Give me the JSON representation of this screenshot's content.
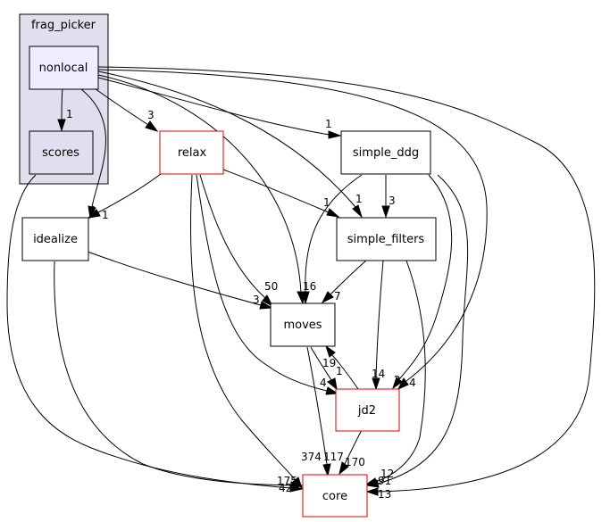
{
  "cluster": {
    "label": "frag_picker"
  },
  "nodes": {
    "nonlocal": "nonlocal",
    "scores": "scores",
    "relax": "relax",
    "simple_ddg": "simple_ddg",
    "idealize": "idealize",
    "simple_filters": "simple_filters",
    "moves": "moves",
    "jd2": "jd2",
    "core": "core"
  },
  "edges": {
    "nonlocal_scores": "1",
    "nonlocal_relax": "3",
    "nonlocal_simple_ddg": "1",
    "nonlocal_idealize": "1",
    "nonlocal_simple_filters": "1",
    "nonlocal_moves": "16",
    "nonlocal_jd2": "4",
    "nonlocal_core": "13",
    "scores_core": "42",
    "relax_idealize": "1",
    "relax_simple_filters": "1",
    "relax_moves": "50",
    "relax_jd2": "4",
    "relax_core": "374",
    "simple_ddg_simple_filters": "3",
    "simple_ddg_jd2": "2",
    "simple_ddg_core": "91",
    "idealize_moves": "3",
    "idealize_core": "175",
    "simple_filters_moves": "7",
    "simple_filters_jd2": "14",
    "simple_filters_core": "12",
    "moves_jd2": "19",
    "moves_core": "117",
    "jd2_moves": "1",
    "jd2_core": "170"
  }
}
